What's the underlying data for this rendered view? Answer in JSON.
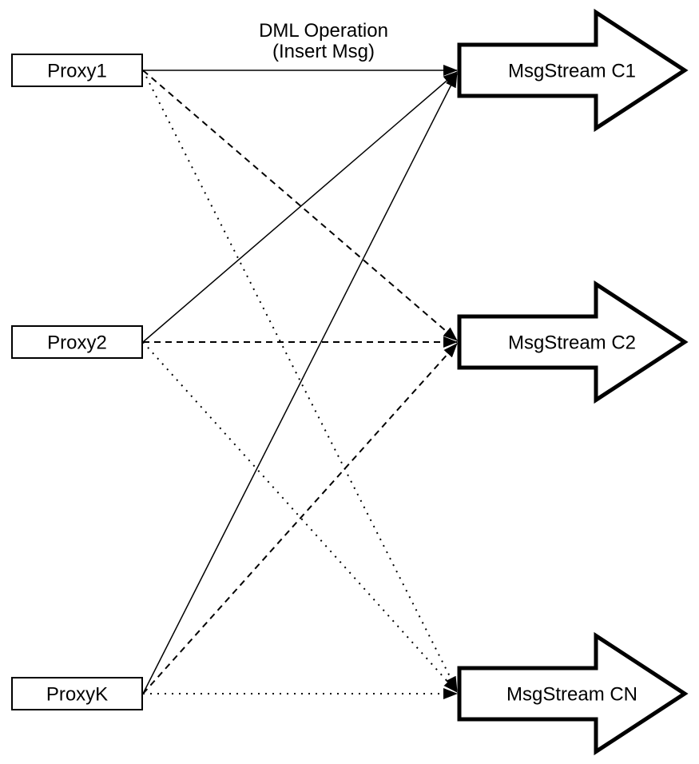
{
  "annotation": {
    "line1": "DML Operation",
    "line2": "(Insert Msg)"
  },
  "proxies": [
    {
      "id": "proxy1",
      "label": "Proxy1"
    },
    {
      "id": "proxy2",
      "label": "Proxy2"
    },
    {
      "id": "proxyk",
      "label": "ProxyK"
    }
  ],
  "streams": [
    {
      "id": "c1",
      "label": "MsgStream C1"
    },
    {
      "id": "c2",
      "label": "MsgStream C2"
    },
    {
      "id": "cn",
      "label": "MsgStream CN"
    }
  ],
  "edges": [
    {
      "from": "Proxy1",
      "to": "MsgStream C1",
      "style": "solid"
    },
    {
      "from": "Proxy2",
      "to": "MsgStream C1",
      "style": "solid"
    },
    {
      "from": "ProxyK",
      "to": "MsgStream C1",
      "style": "solid"
    },
    {
      "from": "Proxy1",
      "to": "MsgStream C2",
      "style": "dashed"
    },
    {
      "from": "Proxy2",
      "to": "MsgStream C2",
      "style": "dashed"
    },
    {
      "from": "ProxyK",
      "to": "MsgStream C2",
      "style": "dashed"
    },
    {
      "from": "Proxy1",
      "to": "MsgStream CN",
      "style": "dotted"
    },
    {
      "from": "Proxy2",
      "to": "MsgStream CN",
      "style": "dotted"
    },
    {
      "from": "ProxyK",
      "to": "MsgStream CN",
      "style": "dotted"
    }
  ],
  "colors": {
    "stroke": "#000000",
    "fill": "#ffffff",
    "background": "#ffffff"
  }
}
